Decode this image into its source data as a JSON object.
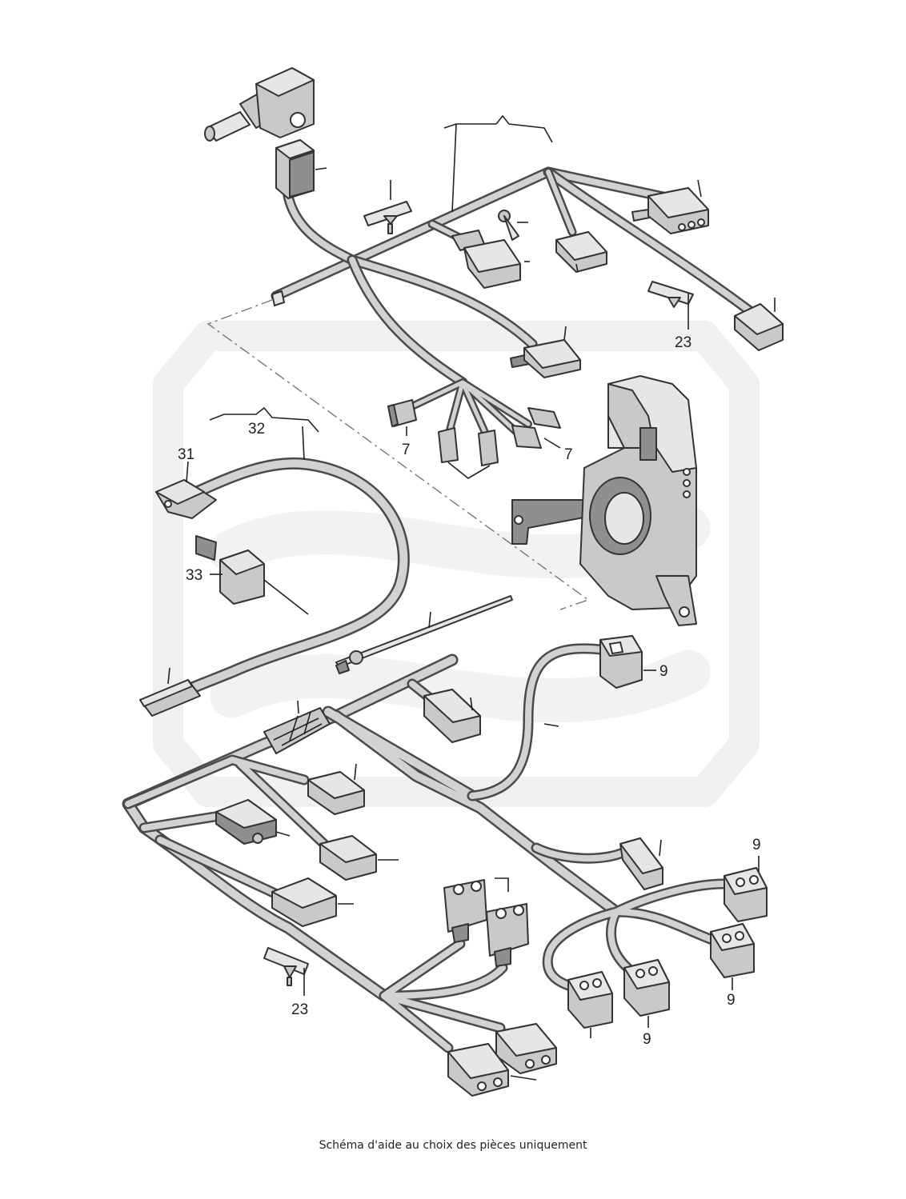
{
  "callouts": {
    "c7a": "7",
    "c7b": "7",
    "c9a": "9",
    "c9b": "9",
    "c9c": "9",
    "c9d": "9",
    "c23a": "23",
    "c23b": "23",
    "c31": "31",
    "c32": "32",
    "c33": "33"
  },
  "caption": "Schéma d'aide au choix des pièces uniquement",
  "colors": {
    "watermark": "#f0f0f0",
    "wire_fill": "#d2d2d2",
    "line": "#333333"
  }
}
